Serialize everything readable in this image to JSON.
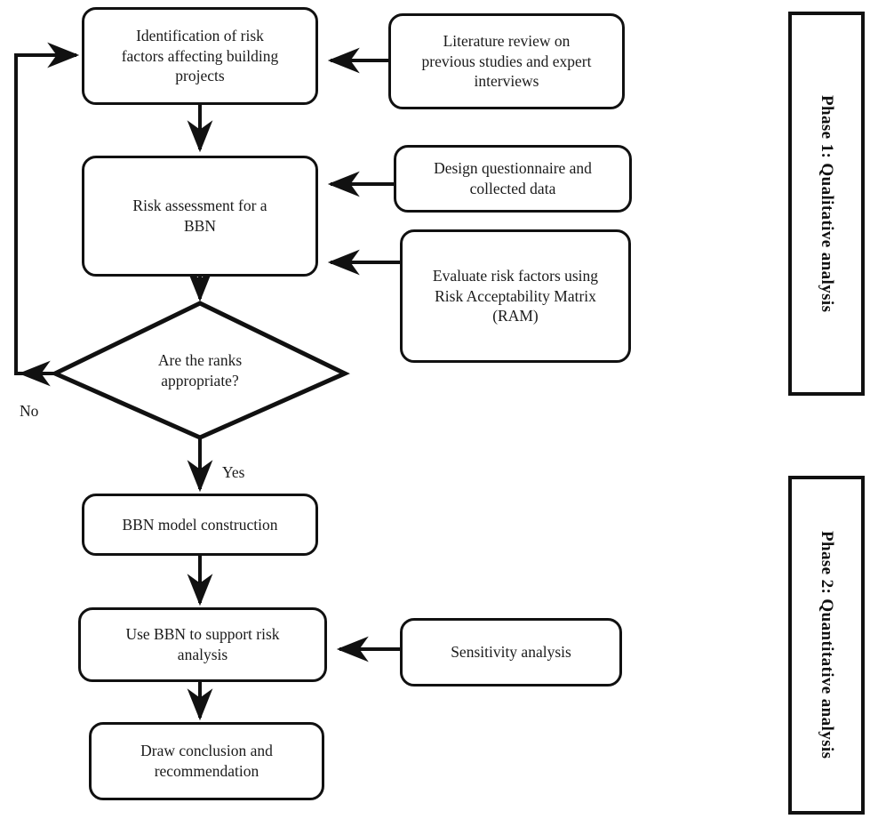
{
  "diagram": {
    "title": "Research methodology flowchart for BBN-based building project risk assessment",
    "type": "flowchart",
    "background_color": "#ffffff",
    "line_color": "#111111",
    "text_color": "#1b1b1b"
  },
  "nodes": {
    "identification": "Identification of risk\nfactors affecting building\nprojects",
    "literature_review": "Literature review on\nprevious studies and expert\ninterviews",
    "risk_assessment": "Risk assessment for a\nBBN",
    "design_questionnaire": "Design questionnaire and\ncollected data",
    "evaluate_risk_factors": "Evaluate risk factors using\nRisk Acceptability Matrix\n(RAM)",
    "decision_ranks": "Are the ranks\nappropriate?",
    "bbn_model": "BBN model construction",
    "use_bbn": "Use BBN to support risk\nanalysis",
    "sensitivity_analysis": "Sensitivity analysis",
    "draw_conclusion": "Draw conclusion and\nrecommendation"
  },
  "edge_labels": {
    "no": "No",
    "yes": "Yes"
  },
  "phases": {
    "phase1": "Phase 1: Qualitative analysis",
    "phase2": "Phase 2: Quantitative analysis"
  }
}
